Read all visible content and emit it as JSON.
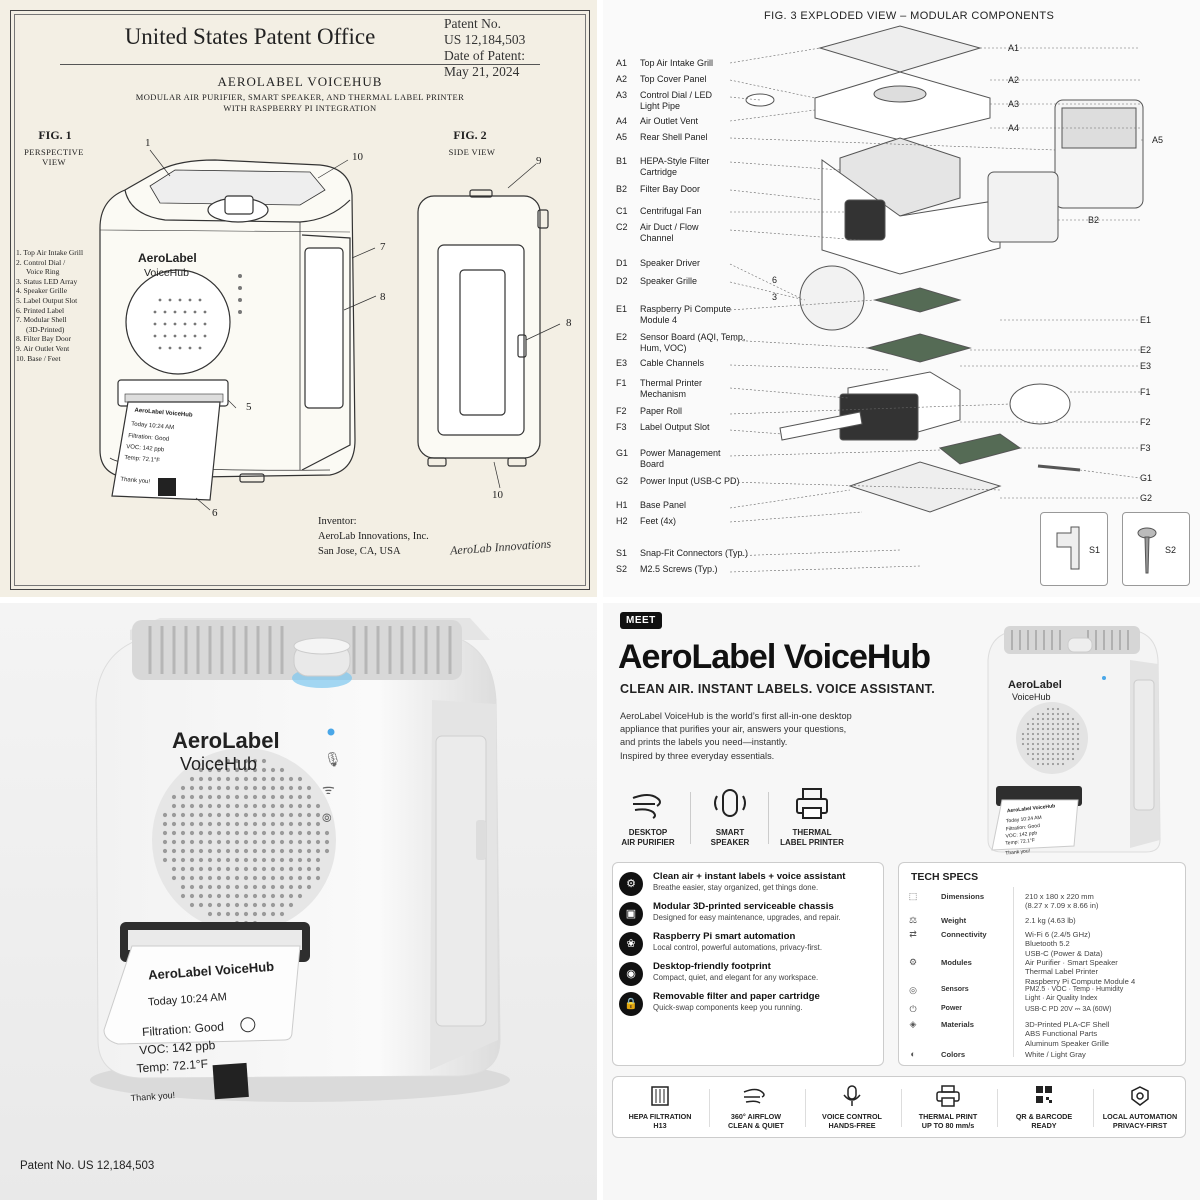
{
  "patent": {
    "office": "United States Patent Office",
    "meta_lines": [
      "Patent No.",
      "US 12,184,503",
      "Date of Patent:",
      "May 21, 2024"
    ],
    "title": "AEROLABEL VOICEHUB",
    "subtitle_lines": [
      "Modular Air Purifier, Smart Speaker, and Thermal Label Printer",
      "with Raspberry Pi Integration"
    ],
    "fig1": {
      "label": "FIG. 1",
      "sub": "PERSPECTIVE VIEW"
    },
    "fig2": {
      "label": "FIG. 2",
      "sub": "SIDE VIEW"
    },
    "legend": [
      "1. Top Air Intake Grill",
      "2. Control Dial /",
      "Voice Ring",
      "3. Status LED Array",
      "4. Speaker Grille",
      "5. Label Output Slot",
      "6. Printed Label",
      "7. Modular Shell",
      "(3D-Printed)",
      "8. Filter Bay Door",
      "9. Air Outlet Vent",
      "10. Base / Feet"
    ],
    "callouts": [
      "1",
      "10",
      "7",
      "8",
      "5",
      "6",
      "9",
      "8",
      "10"
    ],
    "device_brand": "AeroLabel",
    "device_model": "VoiceHub",
    "receipt": {
      "head": "AeroLabel VoiceHub",
      "lines": [
        "Today 10:24 AM",
        "Filtration: Good",
        "VOC: 142 ppb",
        "Temp: 72.1°F"
      ],
      "footer": "Thank you!"
    },
    "inventor_label": "Inventor:",
    "inventor_lines": [
      "AeroLab Innovations, Inc.",
      "San Jose, CA, USA"
    ],
    "signature": "AeroLab Innovations"
  },
  "exploded": {
    "title": "FIG. 3   EXPLODED VIEW – MODULAR COMPONENTS",
    "parts": [
      {
        "code": "A1",
        "label": "Top Air Intake Grill"
      },
      {
        "code": "A2",
        "label": "Top Cover Panel"
      },
      {
        "code": "A3",
        "label": "Control Dial / LED Light Pipe"
      },
      {
        "code": "A4",
        "label": "Air Outlet Vent"
      },
      {
        "code": "A5",
        "label": "Rear Shell Panel"
      },
      {
        "code": "B1",
        "label": "HEPA-Style Filter Cartridge"
      },
      {
        "code": "B2",
        "label": "Filter Bay Door"
      },
      {
        "code": "C1",
        "label": "Centrifugal Fan"
      },
      {
        "code": "C2",
        "label": "Air Duct / Flow Channel"
      },
      {
        "code": "D1",
        "label": "Speaker Driver"
      },
      {
        "code": "D2",
        "label": "Speaker Grille"
      },
      {
        "code": "E1",
        "label": "Raspberry Pi Compute Module 4"
      },
      {
        "code": "E2",
        "label": "Sensor Board (AQI, Temp, Hum, VOC)"
      },
      {
        "code": "E3",
        "label": "Cable Channels"
      },
      {
        "code": "F1",
        "label": "Thermal Printer Mechanism"
      },
      {
        "code": "F2",
        "label": "Paper Roll"
      },
      {
        "code": "F3",
        "label": "Label Output Slot"
      },
      {
        "code": "G1",
        "label": "Power Management Board"
      },
      {
        "code": "G2",
        "label": "Power Input (USB-C PD)"
      },
      {
        "code": "H1",
        "label": "Base Panel"
      },
      {
        "code": "H2",
        "label": "Feet (4x)"
      },
      {
        "code": "S1",
        "label": "Snap-Fit Connectors (Typ.)"
      },
      {
        "code": "S2",
        "label": "M2.5 Screws (Typ.)"
      }
    ],
    "right_callouts": [
      "A1",
      "A2",
      "A3",
      "A4",
      "A5",
      "B2",
      "E1",
      "E2",
      "E3",
      "F1",
      "F2",
      "F3",
      "G1",
      "G2",
      "S1",
      "S2"
    ],
    "left_callouts": [
      "6",
      "3"
    ]
  },
  "photo": {
    "brand": "AeroLabel",
    "model": "VoiceHub",
    "receipt": {
      "head": "AeroLabel VoiceHub",
      "lines": [
        "Today 10:24 AM",
        "Filtration: Good",
        "VOC: 142 ppb",
        "Temp: 72.1°F"
      ],
      "footer": "Thank you!"
    },
    "caption": "Patent No. US 12,184,503"
  },
  "brochure": {
    "badge": "MEET",
    "title": "AeroLabel VoiceHub",
    "tagline": "CLEAN AIR. INSTANT LABELS. VOICE ASSISTANT.",
    "intro_lines": [
      "AeroLabel VoiceHub is the world’s first all-in-one desktop",
      "appliance that purifies your air, answers your questions,",
      "and prints the labels you need—instantly.",
      "Inspired by three everyday essentials."
    ],
    "essentials": [
      {
        "icon": "wind-icon",
        "lines": [
          "DESKTOP",
          "AIR PURIFIER"
        ]
      },
      {
        "icon": "speaker-icon",
        "lines": [
          "SMART",
          "SPEAKER"
        ]
      },
      {
        "icon": "printer-icon",
        "lines": [
          "THERMAL",
          "LABEL PRINTER"
        ]
      }
    ],
    "features": [
      {
        "icon": "gear-icon",
        "title": "Clean air + instant labels + voice assistant",
        "desc": "Breathe easier, stay organized, get things done."
      },
      {
        "icon": "cube-icon",
        "title": "Modular 3D-printed serviceable chassis",
        "desc": "Designed for easy maintenance, upgrades, and repair."
      },
      {
        "icon": "raspberry-icon",
        "title": "Raspberry Pi smart automation",
        "desc": "Local control, powerful automations, privacy-first."
      },
      {
        "icon": "location-icon",
        "title": "Desktop-friendly footprint",
        "desc": "Compact, quiet, and elegant for any workspace."
      },
      {
        "icon": "lock-icon",
        "title": "Removable filter and paper cartridge",
        "desc": "Quick-swap components keep you running."
      }
    ],
    "specs_title": "TECH SPECS",
    "specs": [
      {
        "icon": "dimension-icon",
        "label": "Dimensions",
        "values": [
          "210 x 180 x 220 mm",
          "(8.27 x 7.09 x 8.66 in)"
        ]
      },
      {
        "icon": "weight-icon",
        "label": "Weight",
        "values": [
          "2.1 kg (4.63 lb)"
        ]
      },
      {
        "icon": "connectivity-icon",
        "label": "Connectivity",
        "values": [
          "Wi-Fi 6 (2.4/5 GHz)",
          "Bluetooth 5.2",
          "USB-C (Power & Data)"
        ]
      },
      {
        "icon": "modules-icon",
        "label": "Modules",
        "values": [
          "Air Purifier · Smart Speaker",
          "Thermal Label Printer",
          "Raspberry Pi Compute Module 4"
        ]
      },
      {
        "icon": "sensor-icon",
        "label": "Sensors",
        "values": [
          "PM2.5 · VOC · Temp · Humidity",
          "Light · Air Quality Index"
        ]
      },
      {
        "icon": "power-icon",
        "label": "Power",
        "values": [
          "USB-C PD 20V ⎓ 3A (60W)"
        ]
      },
      {
        "icon": "materials-icon",
        "label": "Materials",
        "values": [
          "3D-Printed PLA-CF Shell",
          "ABS Functional Parts",
          "Aluminum Speaker Grille"
        ]
      },
      {
        "icon": "colors-icon",
        "label": "Colors",
        "values": [
          "White / Light Gray"
        ]
      }
    ],
    "bottom_features": [
      {
        "icon": "filter-icon",
        "lines": [
          "HEPA FILTRATION",
          "H13"
        ]
      },
      {
        "icon": "airflow-icon",
        "lines": [
          "360° AIRFLOW",
          "CLEAN & QUIET"
        ]
      },
      {
        "icon": "mic-icon",
        "lines": [
          "VOICE CONTROL",
          "HANDS-FREE"
        ]
      },
      {
        "icon": "printer-icon",
        "lines": [
          "THERMAL PRINT",
          "UP TO 80 mm/s"
        ]
      },
      {
        "icon": "qr-icon",
        "lines": [
          "QR & BARCODE",
          "READY"
        ]
      },
      {
        "icon": "automation-icon",
        "lines": [
          "LOCAL AUTOMATION",
          "PRIVACY-FIRST"
        ]
      }
    ],
    "device_brand": "AeroLabel",
    "device_model": "VoiceHub",
    "receipt": {
      "head": "AeroLabel VoiceHub",
      "lines": [
        "Today 10:24 AM",
        "Filtration: Good",
        "VOC: 142 ppb",
        "Temp: 72.1°F"
      ],
      "footer": "Thank you!"
    }
  }
}
